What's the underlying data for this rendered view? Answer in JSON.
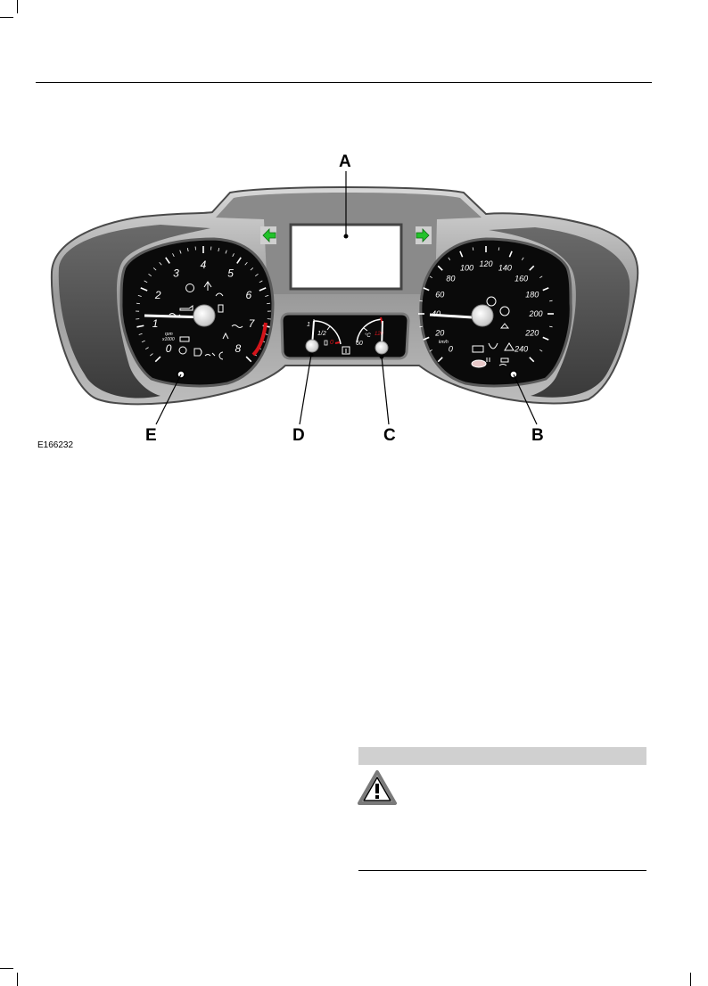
{
  "figure": {
    "code": "E166232",
    "callouts": {
      "a": "A",
      "b": "B",
      "c": "C",
      "d": "D",
      "e": "E"
    },
    "tachometer": {
      "scale_labels": [
        "0",
        "1",
        "2",
        "3",
        "4",
        "5",
        "6",
        "7",
        "8"
      ],
      "unit_top": "rpm",
      "unit_bottom": "x1000"
    },
    "speedometer": {
      "scale_labels": [
        "0",
        "20",
        "40",
        "60",
        "80",
        "100",
        "120",
        "140",
        "160",
        "180",
        "200",
        "220",
        "240"
      ],
      "unit": "km/h"
    },
    "fuel_gauge": {
      "full": "1",
      "half": "1/2",
      "empty": "0"
    },
    "temp_gauge": {
      "low": "60",
      "unit": "°C",
      "high": "120"
    }
  },
  "colors": {
    "turn_arrow": "#22c22a",
    "redline": "#d4141a",
    "warning_bar": "#d0d0d0"
  }
}
